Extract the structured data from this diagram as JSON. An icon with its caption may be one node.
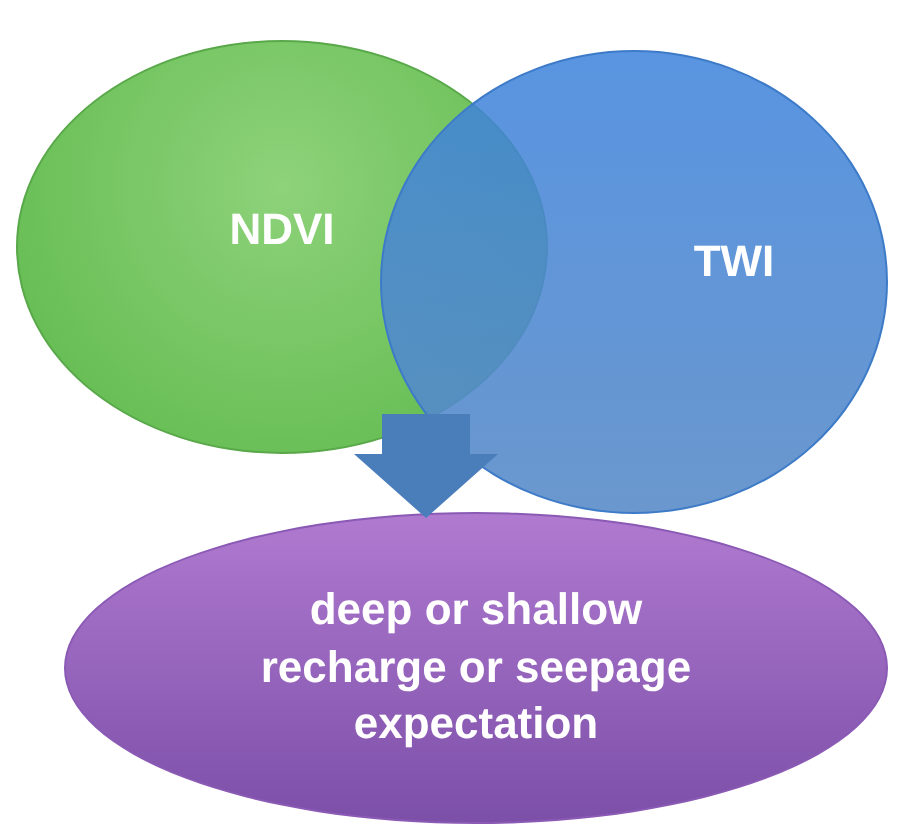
{
  "diagram": {
    "nodes": [
      {
        "text": [
          "NDVI"
        ]
      },
      {
        "text": [
          "TWI"
        ]
      },
      {
        "text": [
          "deep or shallow recharge or seepage expectation"
        ]
      }
    ],
    "edges": [
      {
        "from": 0,
        "to": 2,
        "arrow": "to"
      },
      {
        "from": 1,
        "to": 2,
        "arrow": "to"
      }
    ]
  }
}
